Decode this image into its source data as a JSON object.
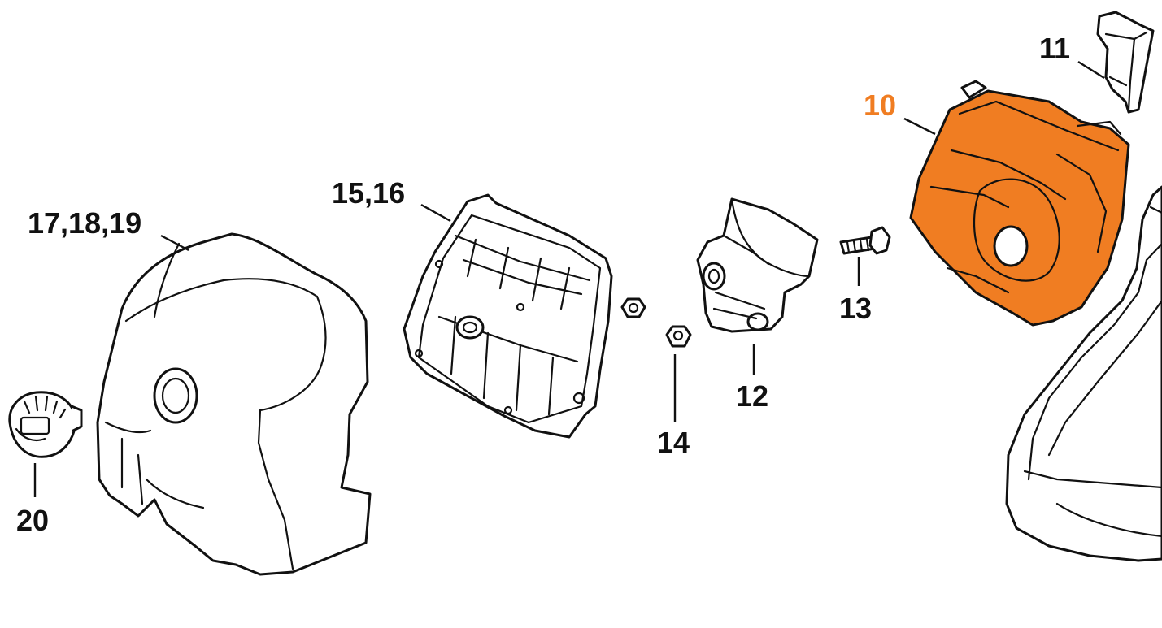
{
  "colors": {
    "line": "#111111",
    "highlight": "#f07d22",
    "highlight_label": "#f07d22",
    "background": "#ffffff"
  },
  "labels": {
    "part_10": "10",
    "part_11": "11",
    "part_12": "12",
    "part_13": "13",
    "part_14": "14",
    "part_15_16": "15,16",
    "part_17_18_19": "17,18,19",
    "part_20": "20"
  },
  "highlighted_part": "10"
}
